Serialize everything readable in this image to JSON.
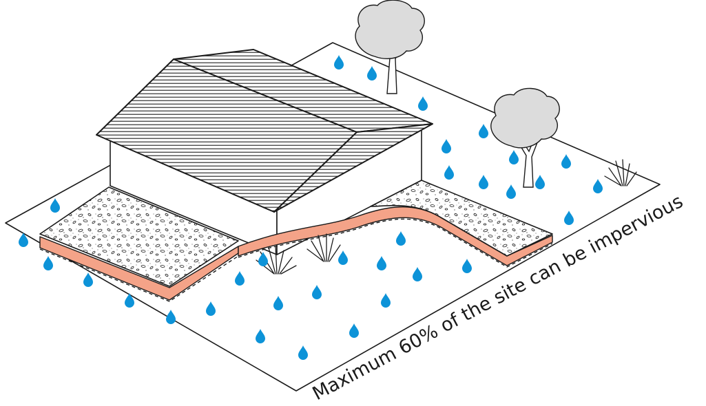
{
  "caption": "Maximum 60% of the site can be impervious",
  "colors": {
    "raindrop": "#0d93d8",
    "tree_canopy": "#dcdcdc",
    "base_band": "#f4a388",
    "paving": "#ffffff",
    "roof_hatch": "#1a1a1a",
    "line": "#1a1a1a"
  },
  "elements": {
    "site": "site-boundary",
    "house": "house",
    "roof": "hatched-gable-roof",
    "patio": "gravel-patio",
    "path": "gravel-path",
    "trees": [
      "tree",
      "tree"
    ],
    "plants": [
      "grass-plant",
      "grass-plant",
      "grass-plant"
    ],
    "rain": "raindrop-icon"
  }
}
